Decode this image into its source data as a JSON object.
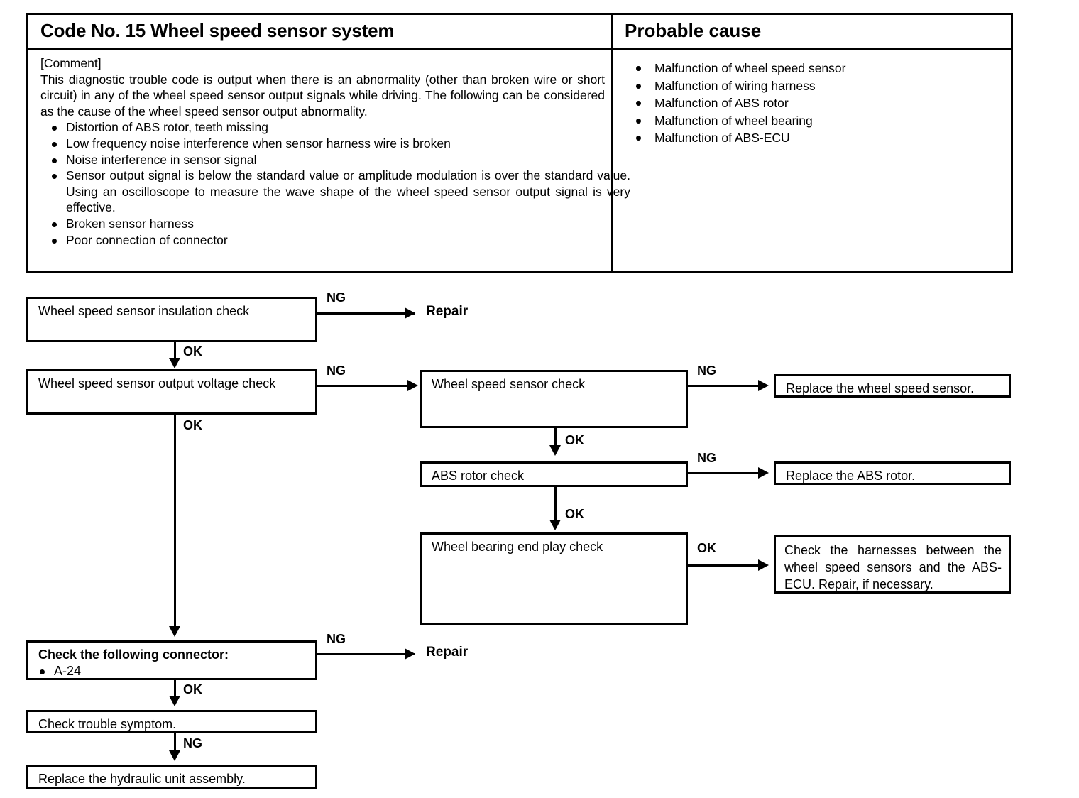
{
  "table": {
    "title": "Code No. 15 Wheel speed sensor system",
    "cause_title": "Probable cause",
    "comment_label": "[Comment]",
    "comment_paragraph": "This diagnostic trouble code is output when there is an abnormality (other than broken wire or short circuit) in any of the wheel speed sensor output signals while driving. The following can be considered as the cause of the wheel speed sensor output abnormality.",
    "comment_bullets": [
      "Distortion of ABS rotor, teeth missing",
      "Low frequency noise interference when sensor harness wire is broken",
      "Noise interference in sensor signal",
      "Sensor output signal is below the standard value or amplitude modulation is over the standard value.  Using an oscilloscope to measure the wave shape of the wheel speed sensor output signal is very effective.",
      "Broken sensor harness",
      "Poor connection of connector"
    ],
    "causes": [
      "Malfunction of wheel speed sensor",
      "Malfunction of wiring harness",
      "Malfunction of ABS rotor",
      "Malfunction of wheel bearing",
      "Malfunction of ABS-ECU"
    ]
  },
  "flowchart": {
    "boxes": {
      "insulation_check": "Wheel speed sensor insulation check",
      "output_voltage_check": "Wheel speed sensor output voltage check",
      "connector_check_title": "Check the following connector:",
      "connector_check_item": "A-24",
      "trouble_symptom": "Check trouble symptom.",
      "replace_hydraulic_unit": "Replace the hydraulic unit assembly.",
      "sensor_check": "Wheel speed sensor check",
      "abs_rotor_check": "ABS rotor check",
      "wheel_bearing_check": "Wheel bearing end play check",
      "replace_sensor": "Replace the wheel speed sensor.",
      "replace_abs_rotor": "Replace the ABS rotor.",
      "check_harnesses": "Check the harnesses between the wheel speed sensors and the ABS-ECU. Repair, if necessary."
    },
    "terminals": {
      "repair_top": "Repair",
      "repair_bottom": "Repair"
    },
    "edges": {
      "ng_insulation": "NG",
      "ok_insulation": "OK",
      "ng_output_voltage": "NG",
      "ok_output_voltage": "OK",
      "ng_connector": "NG",
      "ok_connector": "OK",
      "ng_symptom": "NG",
      "ng_sensor_check": "NG",
      "ok_sensor_check": "OK",
      "ng_abs_rotor": "NG",
      "ok_abs_rotor": "OK",
      "ok_wheel_bearing": "OK"
    }
  }
}
